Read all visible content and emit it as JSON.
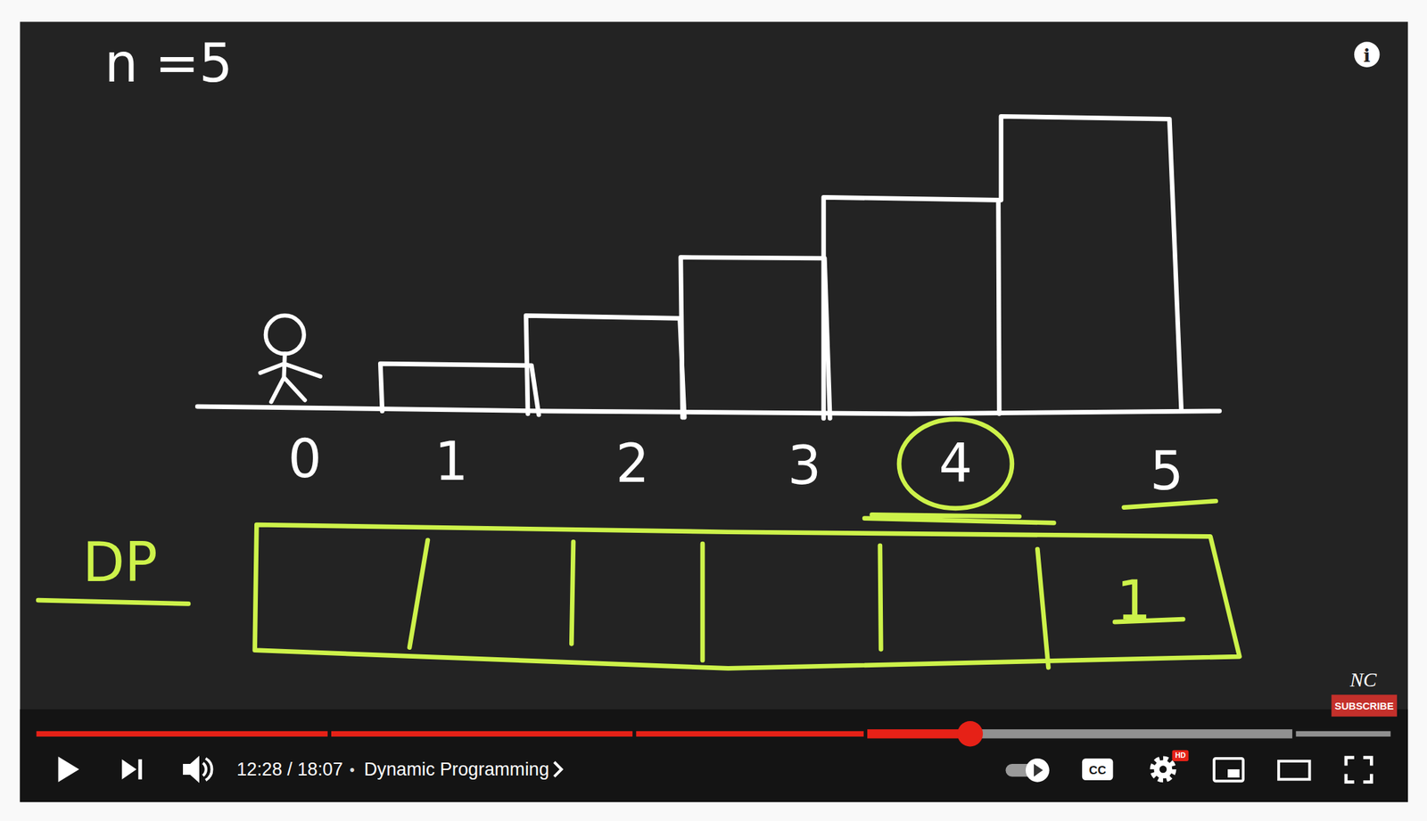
{
  "diagram": {
    "nodes": [
      {
        "text": [
          "4"
        ]
      },
      {
        "text": [
          "1"
        ]
      },
      {
        "text": [
          "SUBSCRIBE"
        ]
      },
      {
        "text": [
          "CC"
        ]
      },
      {
        "text": [
          "HD"
        ]
      }
    ],
    "labels": [
      "n =5",
      "0",
      "1",
      "2",
      "3",
      "5",
      "DP",
      "i",
      "NC",
      "12:28 / 18:07",
      "•",
      "Dynamic Programming"
    ]
  }
}
